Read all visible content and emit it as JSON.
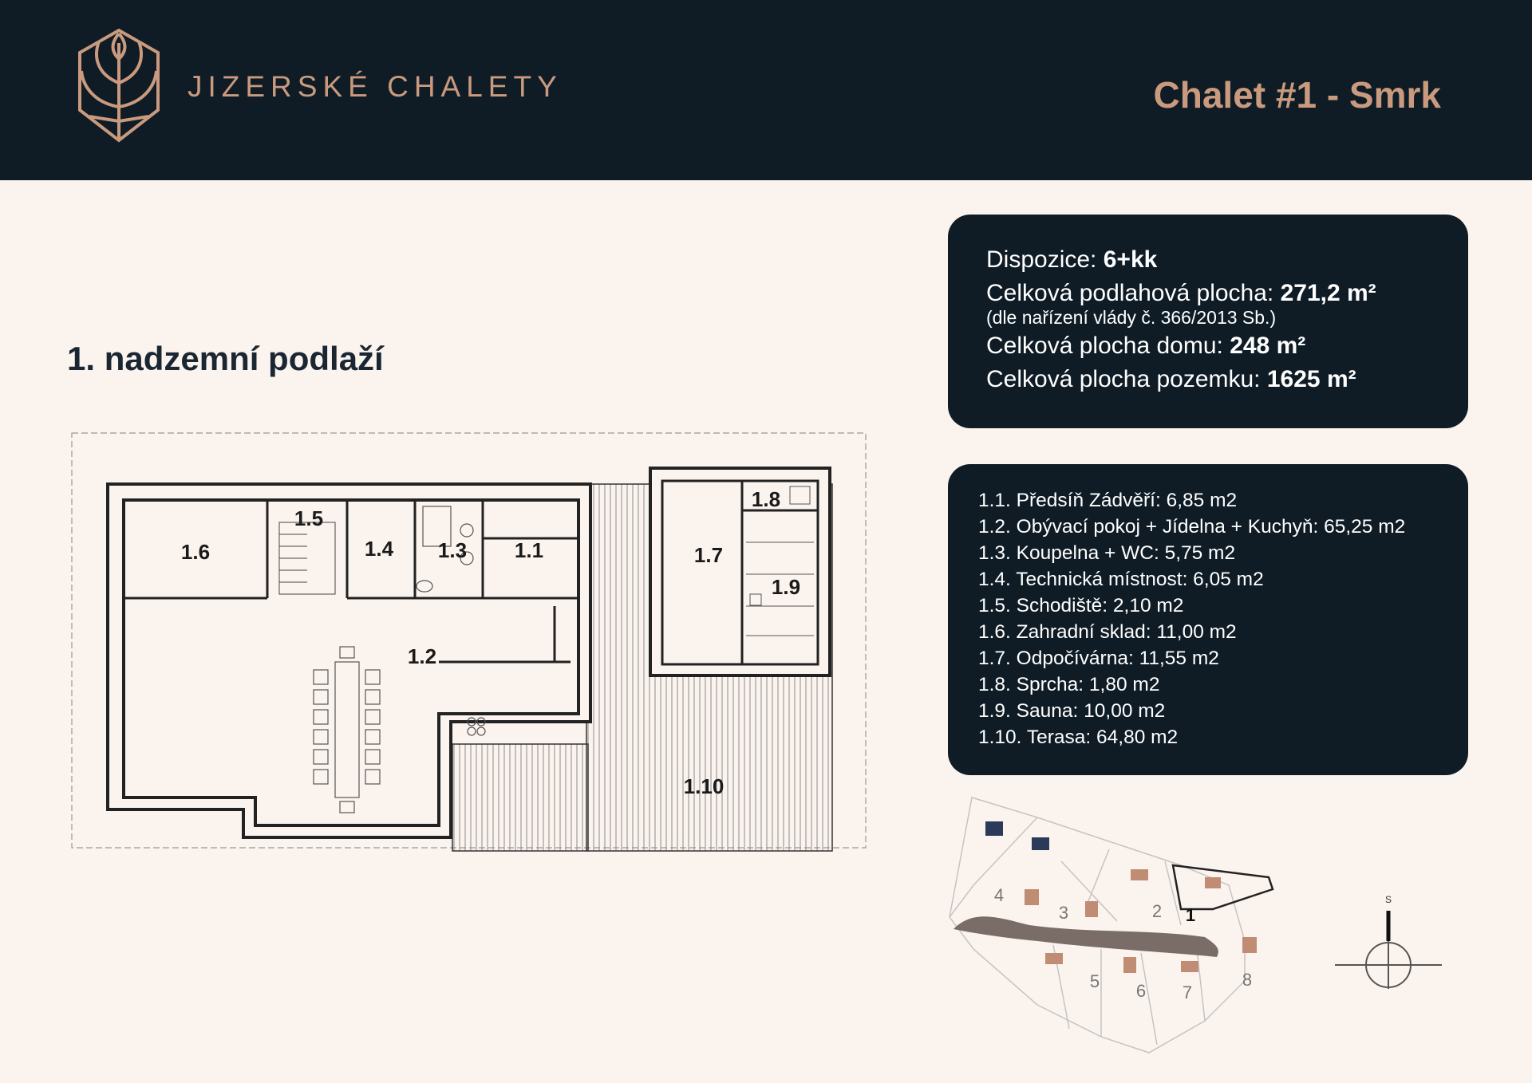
{
  "header": {
    "brand": "JIZERSKÉ CHALETY",
    "chalet_title": "Chalet #1 - Smrk",
    "logo": "tree-leaf-hexagon-logo",
    "brand_color": "#c99a7e",
    "background": "#0f1c26"
  },
  "floor_title": "1. nadzemní podlaží",
  "summary": {
    "dispozice_label": "Dispozice:",
    "dispozice_value": "6+kk",
    "podlahova_label": "Celková podlahová plocha:",
    "podlahova_value": "271,2 m²",
    "note": "(dle nařízení vlády č. 366/2013 Sb.)",
    "dum_label": "Celková plocha domu:",
    "dum_value": "248 m²",
    "pozemek_label": "Celková plocha pozemku:",
    "pozemek_value": "1625 m²"
  },
  "rooms": [
    "1.1. Předsíň Zádvěří:  6,85 m2",
    "1.2. Obývací pokoj + Jídelna + Kuchyň:  65,25 m2",
    "1.3. Koupelna + WC:  5,75 m2",
    "1.4. Technická místnost:  6,05 m2",
    "1.5. Schodiště:  2,10 m2",
    "1.6. Zahradní sklad:  11,00 m2",
    "1.7. Odpočívárna:  11,55 m2",
    "1.8. Sprcha:  1,80 m2",
    "1.9. Sauna:  10,00 m2",
    "1.10. Terasa:  64,80 m2"
  ],
  "plan_labels": {
    "r11": "1.1",
    "r12": "1.2",
    "r13": "1.3",
    "r14": "1.4",
    "r15": "1.5",
    "r16": "1.6",
    "r17": "1.7",
    "r18": "1.8",
    "r19": "1.9",
    "r110": "1.10"
  },
  "site_plan": {
    "plots": [
      "1",
      "2",
      "3",
      "4",
      "5",
      "6",
      "7",
      "8"
    ],
    "compass_label": "S"
  }
}
